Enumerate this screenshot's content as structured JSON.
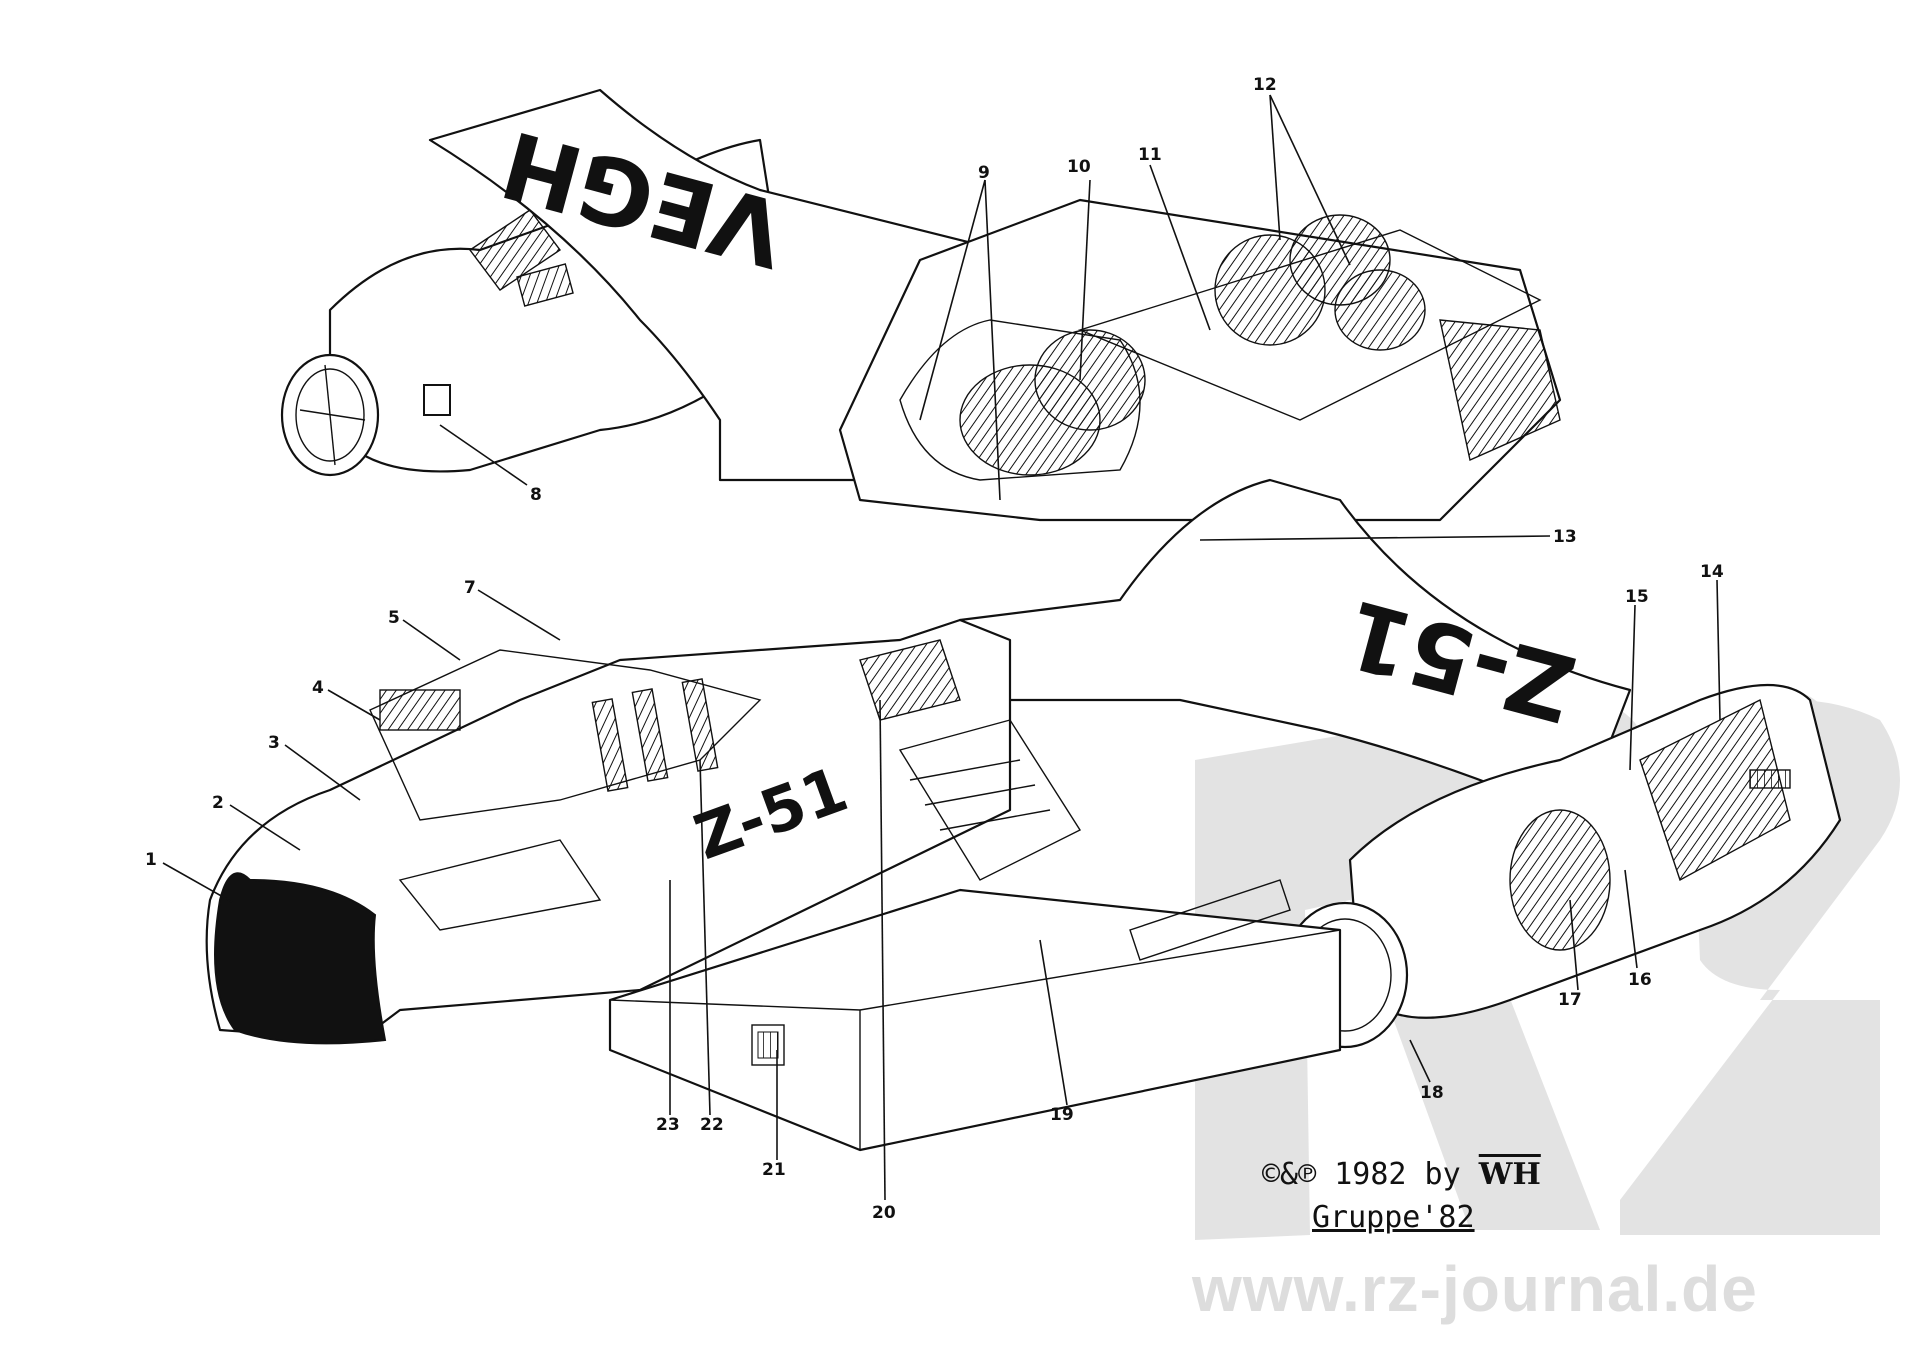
{
  "hull_markings": {
    "wing_left": "VEGH",
    "wing_right": "Z-51",
    "fuselage": "Z-51"
  },
  "callouts": [
    "1",
    "2",
    "3",
    "4",
    "5",
    "7",
    "8",
    "9",
    "10",
    "11",
    "12",
    "13",
    "14",
    "15",
    "16",
    "17",
    "18",
    "19",
    "20",
    "21",
    "22",
    "23"
  ],
  "credit": {
    "line1": "©&℗ 1982 by",
    "signature": "WH",
    "line2": "Gruppe'82"
  },
  "watermark": {
    "url": "www.rz-journal.de",
    "logo": "rz-logo"
  }
}
